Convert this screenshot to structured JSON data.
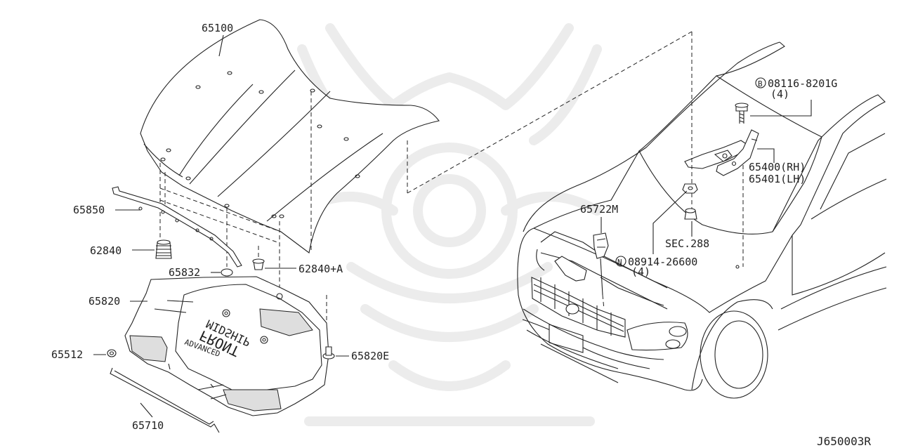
{
  "diagram_id": "J650003R",
  "callouts": {
    "c65100": "65100",
    "c65850": "65850",
    "c62840": "62840",
    "c65832": "65832",
    "c62840a": "62840+A",
    "c65820": "65820",
    "c65512": "65512",
    "c65820e": "65820E",
    "c65710": "65710",
    "c65722m": "65722M",
    "c08914": "08914-26600",
    "c08914qty": "(4)",
    "csec288": "SEC.288",
    "c08116": "08116-8201G",
    "c08116qty": "(4)",
    "c65400": "65400(RH)",
    "c65401": "65401(LH)",
    "badge_b": "B",
    "badge_n": "N"
  },
  "panel_text": {
    "front": "FRONT",
    "midship": "MIDSHIP",
    "advanced": "ADVANCED"
  }
}
